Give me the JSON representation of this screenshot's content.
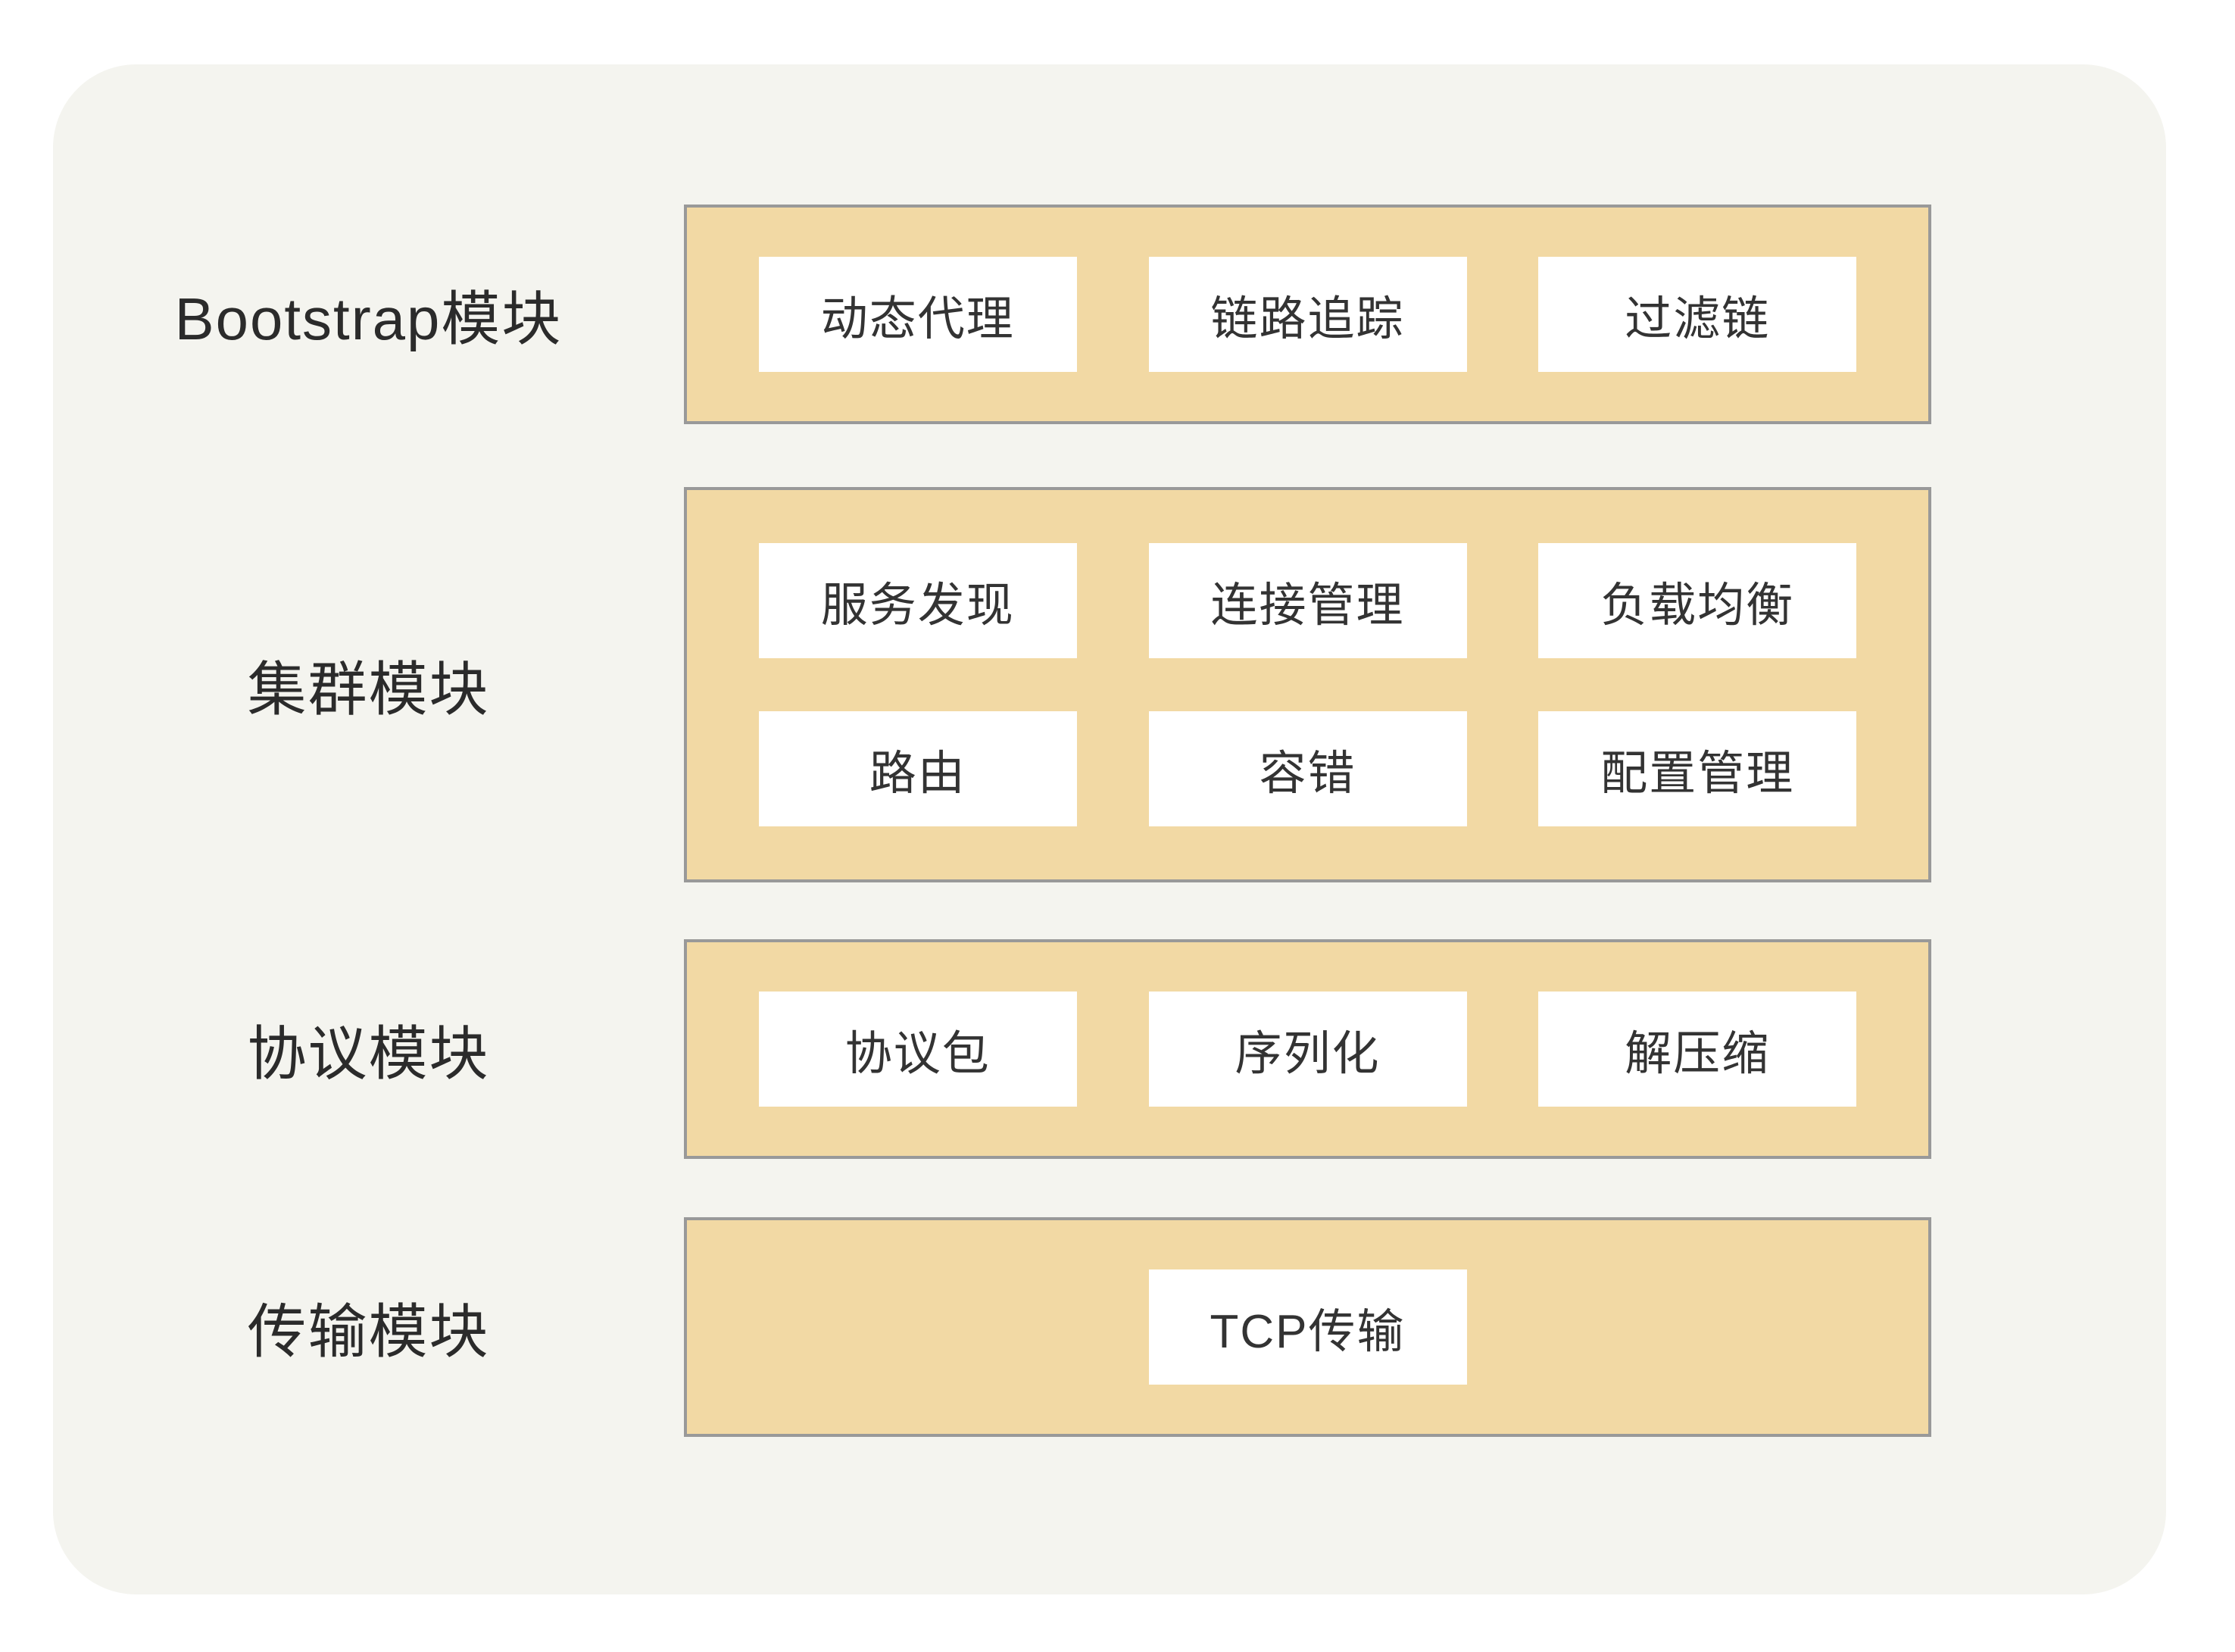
{
  "diagram": {
    "kind": "architecture-block-diagram",
    "colors": {
      "page_bg": "#ffffff",
      "panel_bg": "#f4f4ef",
      "band_bg": "#f2d9a4",
      "band_border": "#999999",
      "box_bg": "#ffffff",
      "text": "#333333"
    }
  },
  "rows": [
    {
      "label": "Bootstrap模块",
      "box_rows": [
        [
          "动态代理",
          "链路追踪",
          "过滤链"
        ]
      ]
    },
    {
      "label": "集群模块",
      "box_rows": [
        [
          "服务发现",
          "连接管理",
          "负载均衡"
        ],
        [
          "路由",
          "容错",
          "配置管理"
        ]
      ]
    },
    {
      "label": "协议模块",
      "box_rows": [
        [
          "协议包",
          "序列化",
          "解压缩"
        ]
      ]
    },
    {
      "label": "传输模块",
      "box_rows": [
        [
          "TCP传输"
        ]
      ]
    }
  ]
}
